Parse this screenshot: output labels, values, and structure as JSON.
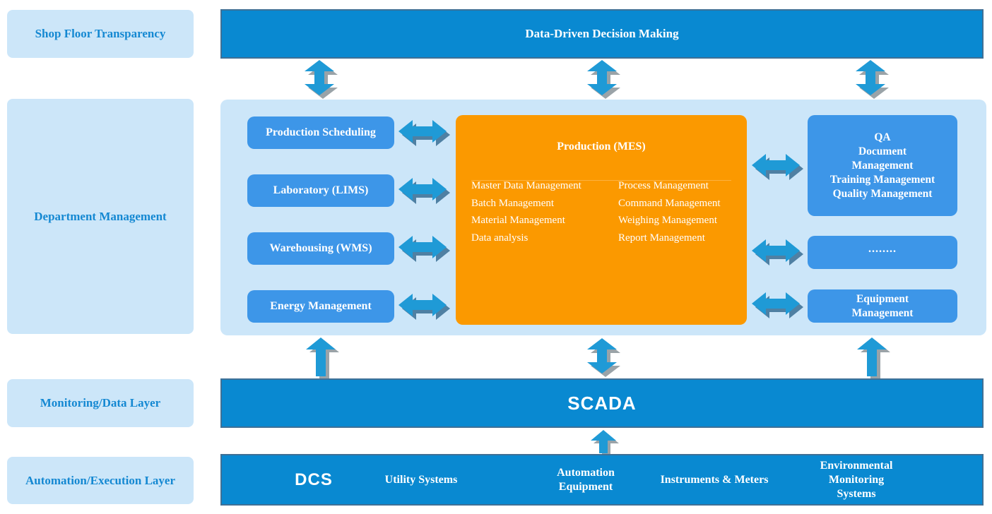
{
  "colors": {
    "bar_blue": "#0989D1",
    "bar_border": "#3F7096",
    "panel_light_blue": "#CCE6F9",
    "box_blue": "#3D96E8",
    "mes_orange": "#FB9900",
    "arrow_blue": "#1F9AD6",
    "arrow_shadow_gray": "#9AA3A8",
    "arrow_shadow_steel": "#4F80A3",
    "layer_label_text_blue": "#1488D2",
    "text_white": "#FFFFFF"
  },
  "sidebar": {
    "items": [
      {
        "label": "Shop Floor Transparency"
      },
      {
        "label": "Department Management"
      },
      {
        "label": "Monitoring/Data Layer"
      },
      {
        "label": "Automation/Execution Layer"
      }
    ]
  },
  "decision_bar": {
    "label": "Data-Driven Decision Making"
  },
  "department_panel": {
    "left_boxes": [
      {
        "label": "Production Scheduling"
      },
      {
        "label": "Laboratory (LIMS)"
      },
      {
        "label": "Warehousing (WMS)"
      },
      {
        "label": "Energy Management"
      }
    ],
    "mes_box": {
      "title": "Production (MES)",
      "left_items": [
        "Master Data Management",
        "Batch Management",
        "Material Management",
        "Data analysis"
      ],
      "right_items": [
        "Process Management",
        "Command Management",
        "Weighing Management",
        "Report Management"
      ]
    },
    "right_boxes": [
      {
        "label": "QA\nDocument\nManagement\nTraining Management\nQuality Management"
      },
      {
        "label": "........"
      },
      {
        "label": "Equipment\nManagement"
      }
    ]
  },
  "scada_bar": {
    "label": "SCADA"
  },
  "automation_bar": {
    "items": [
      {
        "label": "DCS"
      },
      {
        "label": "Utility Systems"
      },
      {
        "label": "Automation\nEquipment"
      },
      {
        "label": "Instruments & Meters"
      },
      {
        "label": "Environmental Monitoring\nSystems"
      }
    ]
  }
}
